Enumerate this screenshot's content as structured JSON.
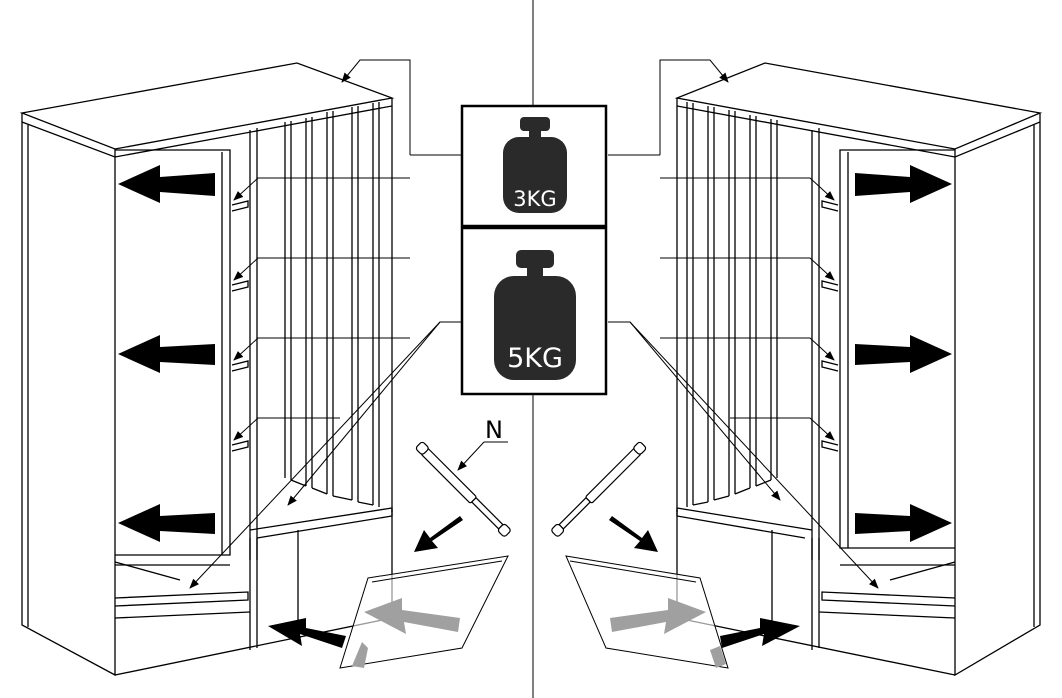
{
  "weights": {
    "light": {
      "label": "3KG"
    },
    "heavy": {
      "label": "5KG"
    }
  },
  "parts": {
    "gas_strut": {
      "label": "N"
    }
  },
  "colors": {
    "line": "#000000",
    "weight_fill": "#2a2a2a",
    "arrow_dark": "#000000",
    "arrow_gray": "#a0a0a0",
    "background": "#ffffff"
  },
  "icons": {
    "weight": "kettlebell-weight-icon",
    "arrow": "block-arrow-icon"
  }
}
